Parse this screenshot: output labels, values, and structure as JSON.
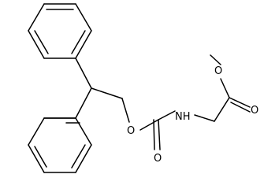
{
  "molecule": {
    "atoms": {
      "ester_oxygen": "O",
      "carbonyl_oxygen_ester": "O",
      "carbamate_oxygen": "O",
      "carbamate_carbonyl_oxygen": "O",
      "amine_nitrogen": "NH"
    }
  }
}
